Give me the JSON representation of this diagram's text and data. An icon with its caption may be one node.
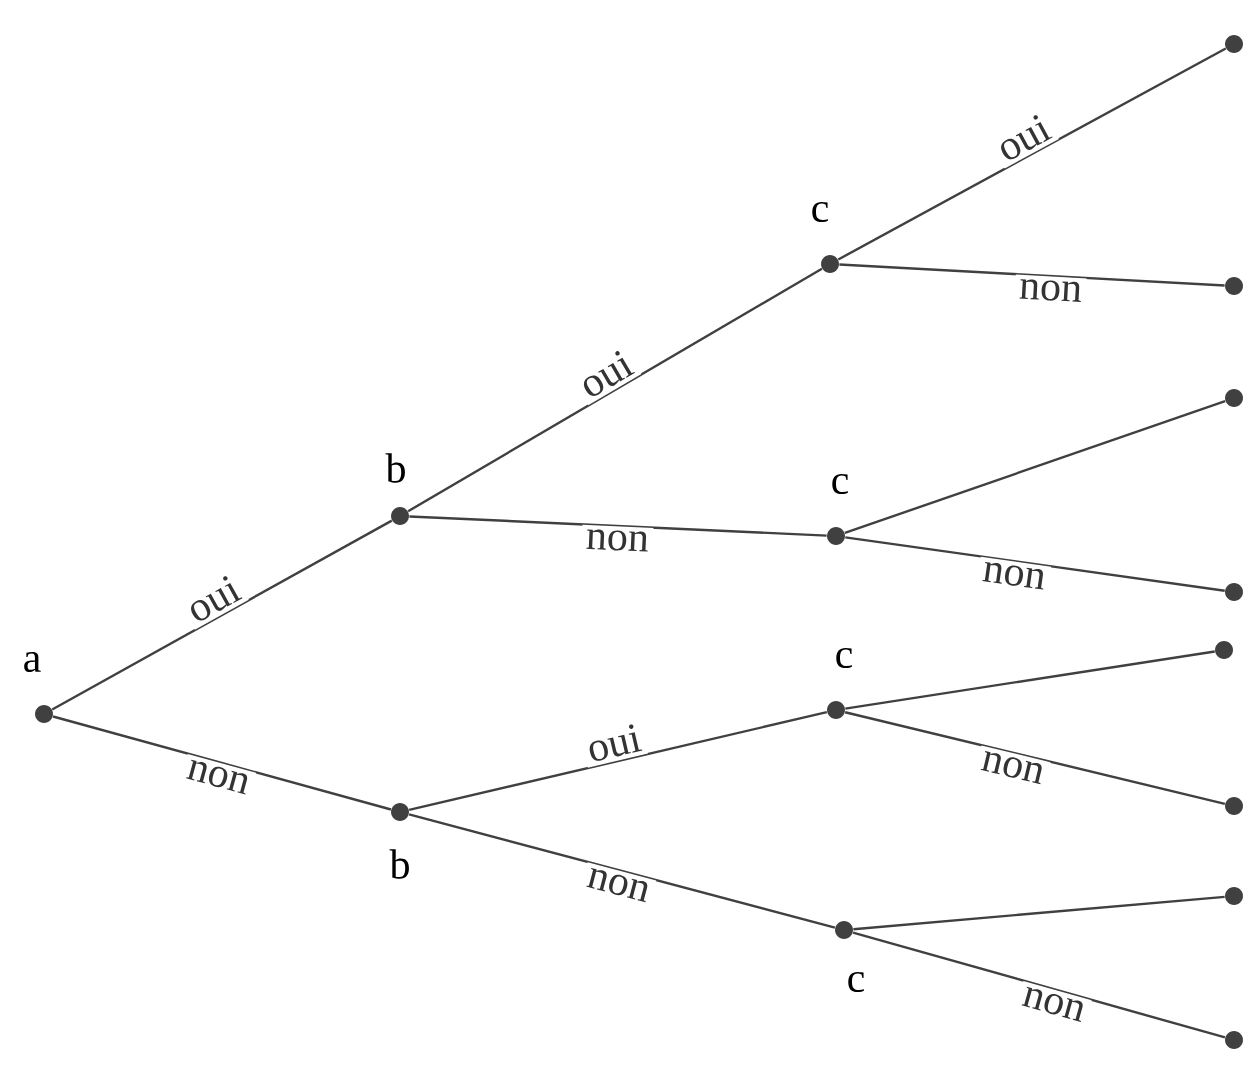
{
  "diagram": {
    "nodes": [
      {
        "text": [],
        "shape": "circle",
        "beside": [
          "a"
        ]
      },
      {
        "text": [],
        "shape": "circle",
        "beside": [
          "b"
        ]
      },
      {
        "text": [],
        "shape": "circle",
        "beside": [
          "c"
        ]
      },
      {
        "text": [],
        "shape": "circle"
      },
      {
        "text": [],
        "shape": "circle"
      },
      {
        "text": [],
        "shape": "circle",
        "beside": [
          "c"
        ]
      },
      {
        "text": [],
        "shape": "circle"
      },
      {
        "text": [],
        "shape": "circle"
      },
      {
        "text": [],
        "shape": "circle",
        "beside": [
          "b"
        ]
      },
      {
        "text": [],
        "shape": "circle",
        "beside": [
          "c"
        ]
      },
      {
        "text": [],
        "shape": "circle"
      },
      {
        "text": [],
        "shape": "circle"
      },
      {
        "text": [],
        "shape": "circle",
        "beside": [
          "c"
        ]
      },
      {
        "text": [],
        "shape": "circle"
      },
      {
        "text": [],
        "shape": "circle"
      }
    ],
    "edges": [
      {
        "from": 0,
        "to": 1,
        "arrow": "none",
        "label": "oui"
      },
      {
        "from": 1,
        "to": 2,
        "arrow": "none",
        "label": "oui"
      },
      {
        "from": 2,
        "to": 3,
        "arrow": "none",
        "label": "oui"
      },
      {
        "from": 2,
        "to": 4,
        "arrow": "none",
        "label": "non"
      },
      {
        "from": 1,
        "to": 5,
        "arrow": "none",
        "label": "non"
      },
      {
        "from": 5,
        "to": 6,
        "arrow": "none"
      },
      {
        "from": 5,
        "to": 7,
        "arrow": "none",
        "label": "non"
      },
      {
        "from": 0,
        "to": 8,
        "arrow": "none",
        "label": "non"
      },
      {
        "from": 8,
        "to": 9,
        "arrow": "none",
        "label": "oui"
      },
      {
        "from": 9,
        "to": 10,
        "arrow": "none"
      },
      {
        "from": 9,
        "to": 11,
        "arrow": "none",
        "label": "non"
      },
      {
        "from": 8,
        "to": 12,
        "arrow": "none",
        "label": "non"
      },
      {
        "from": 12,
        "to": 13,
        "arrow": "none"
      },
      {
        "from": 12,
        "to": 14,
        "arrow": "none",
        "label": "non"
      }
    ]
  }
}
